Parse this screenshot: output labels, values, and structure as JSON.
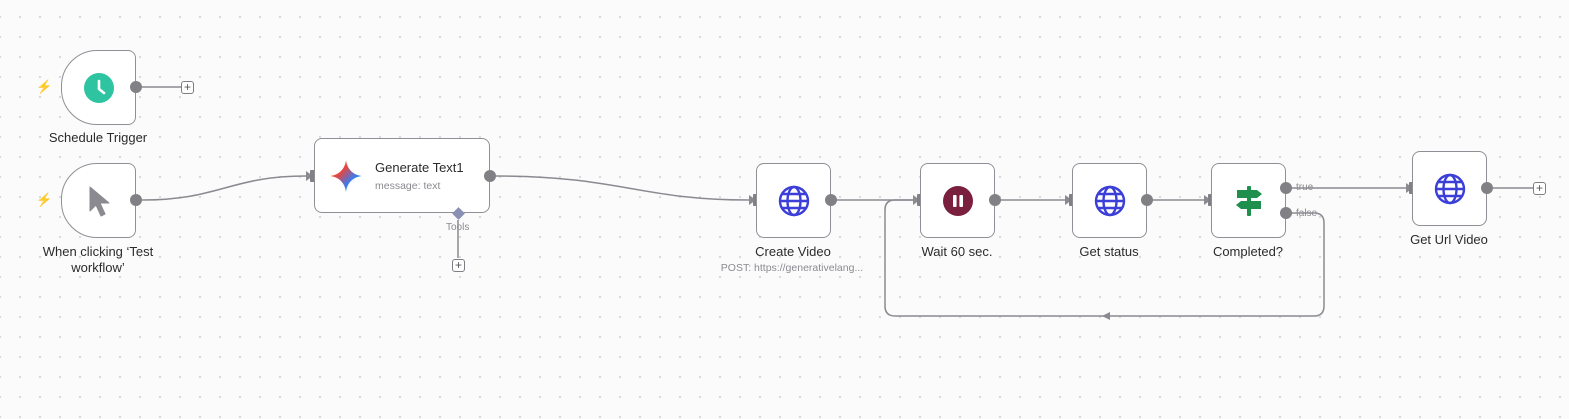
{
  "nodes": {
    "schedule_trigger": {
      "label": "Schedule Trigger",
      "icon": "clock-icon"
    },
    "manual_trigger": {
      "label": "When clicking ‘Test workflow’",
      "icon": "cursor-icon"
    },
    "generate_text": {
      "label": "Generate Text1",
      "subtitle": "message: text",
      "icon": "gemini-sparkle-icon",
      "tools_label": "Tools"
    },
    "create_video": {
      "label": "Create Video",
      "subtitle": "POST: https://generativelang...",
      "icon": "globe-icon"
    },
    "wait": {
      "label": "Wait 60 sec.",
      "icon": "pause-icon"
    },
    "get_status": {
      "label": "Get status",
      "icon": "globe-icon"
    },
    "completed": {
      "label": "Completed?",
      "icon": "signpost-icon",
      "true_label": "true",
      "false_label": "false"
    },
    "get_url_video": {
      "label": "Get Url Video",
      "icon": "globe-icon"
    }
  },
  "colors": {
    "trigger_bolt": "#f06a4f",
    "clock": "#2ec4a2",
    "pause": "#7a1f3d",
    "globe": "#3b3fd8",
    "signpost": "#1f8f4e",
    "connector": "#808085"
  }
}
